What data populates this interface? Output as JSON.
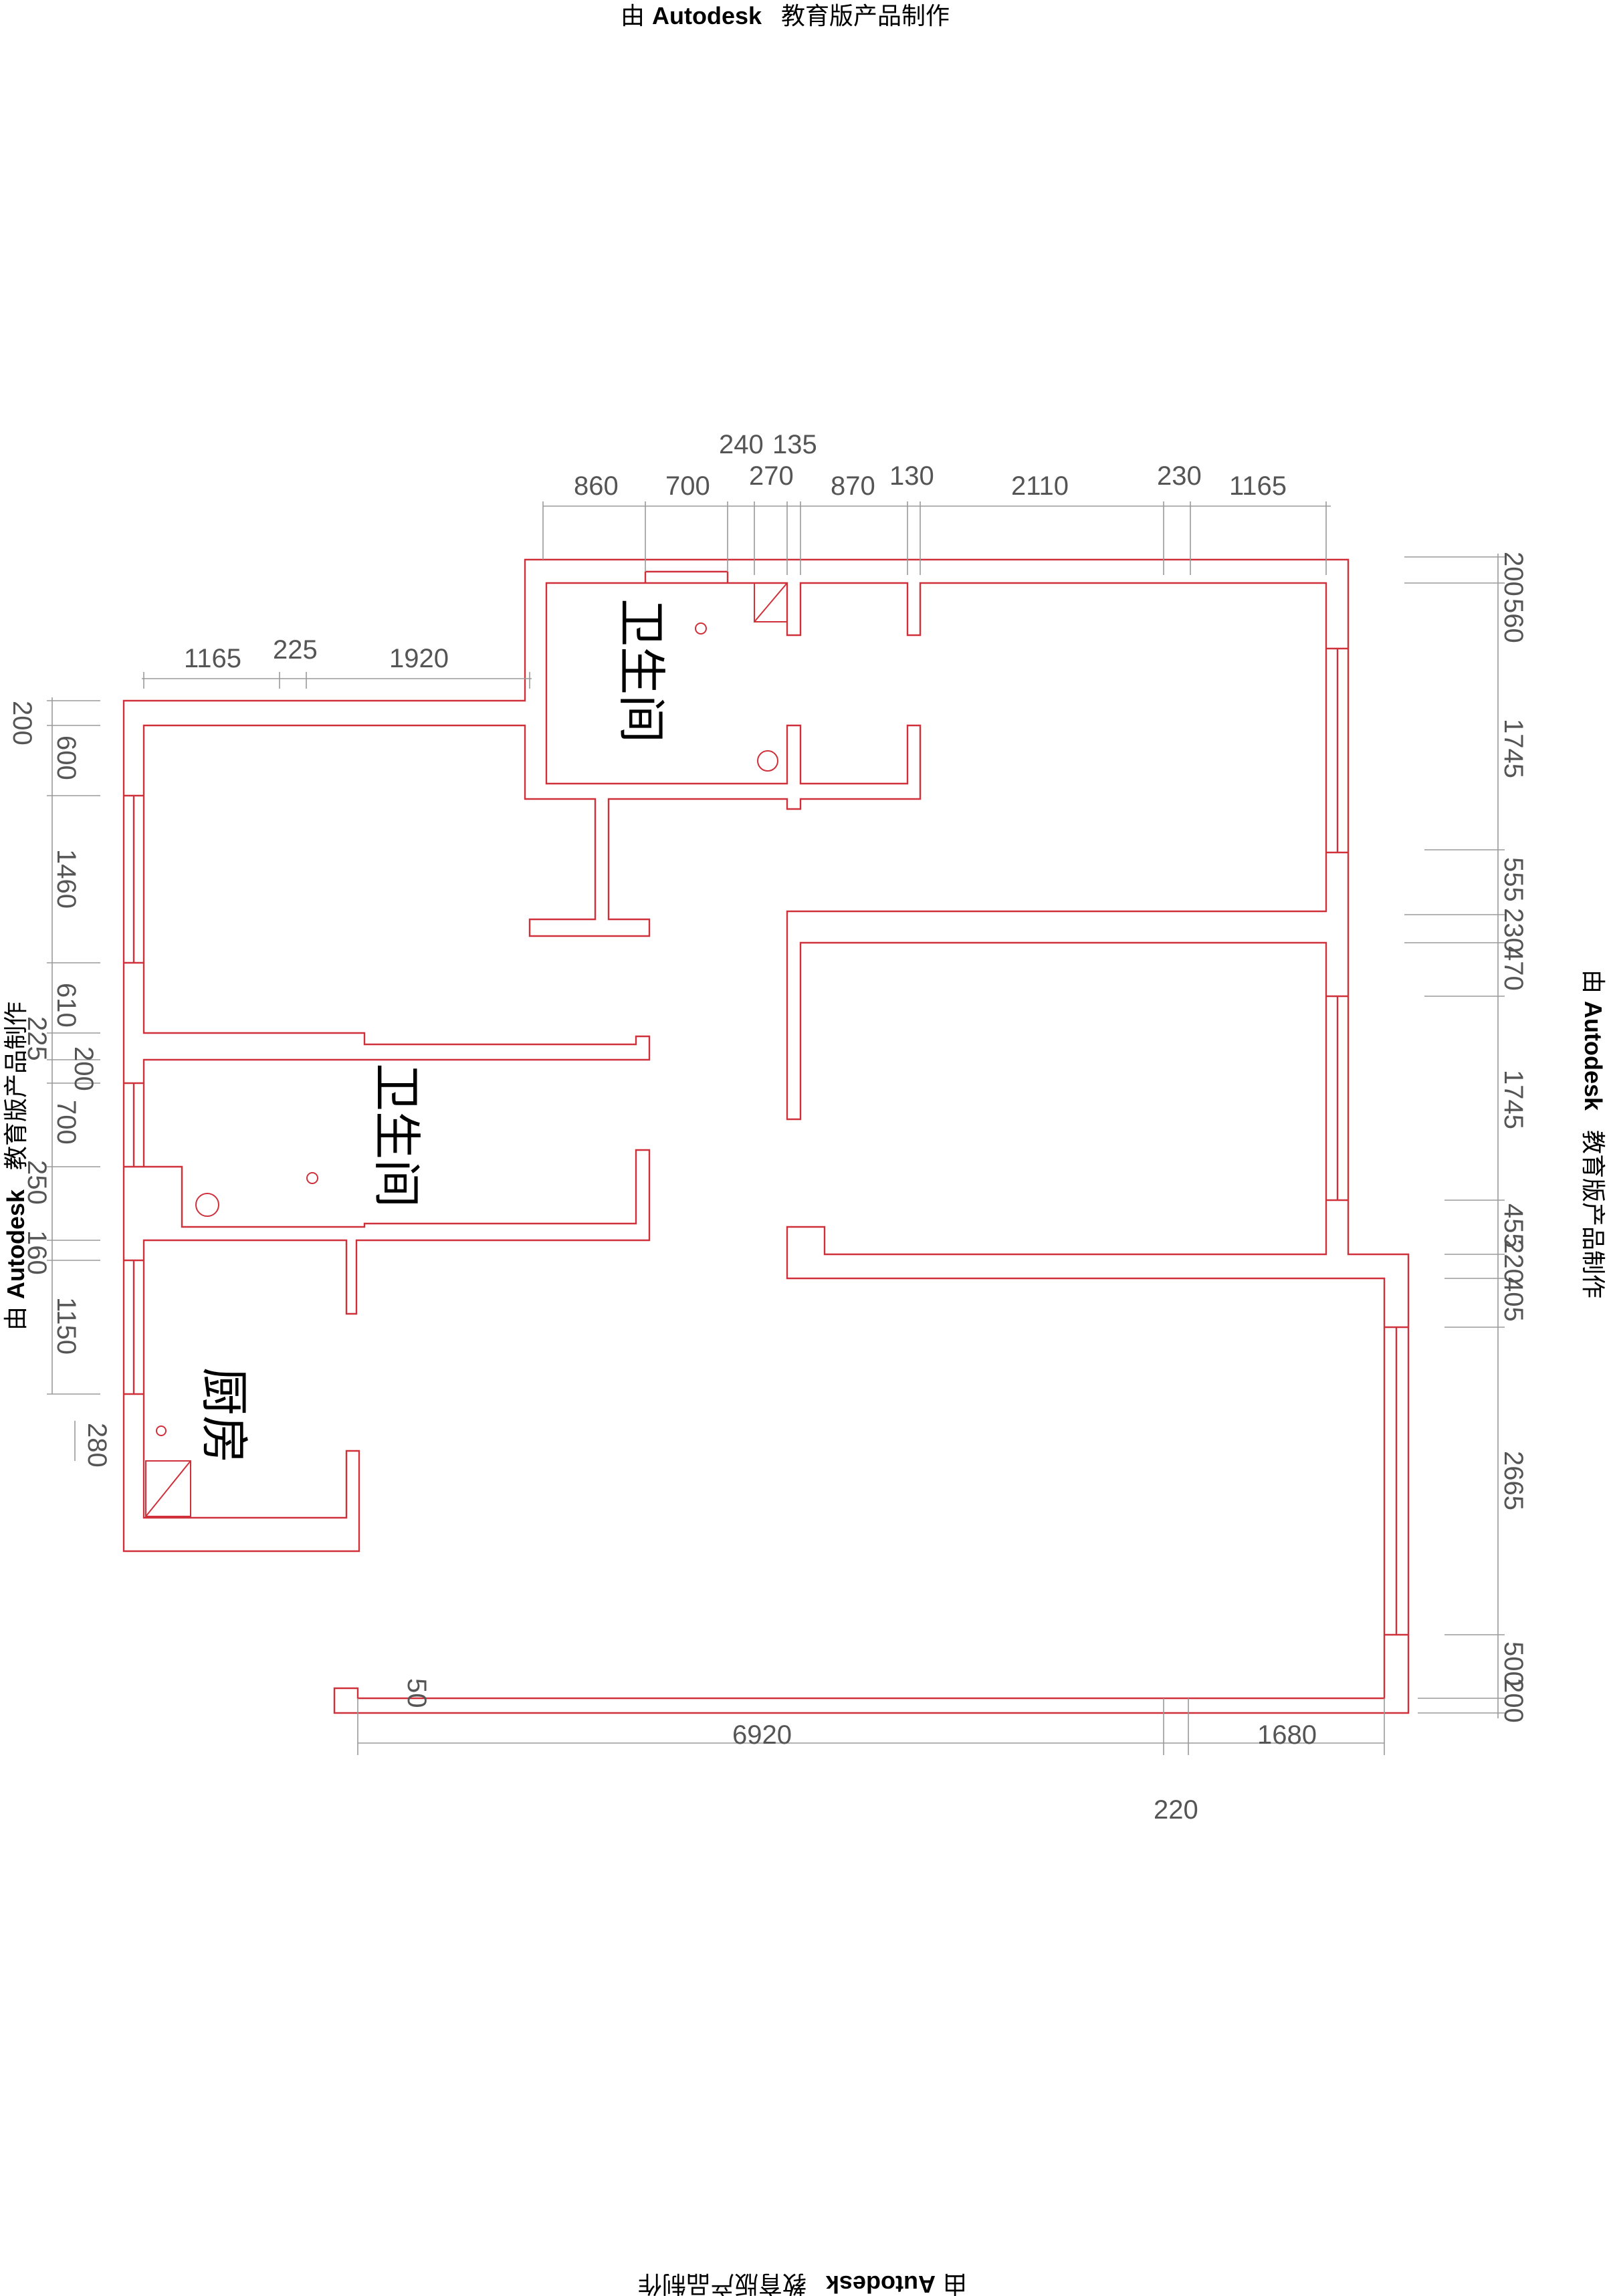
{
  "watermark": {
    "brand": "Autodesk",
    "prefix": "由",
    "suffix": "教育版产品制作"
  },
  "rooms": {
    "bathroom_top": "卫生间",
    "bathroom_mid": "卫生间",
    "kitchen": "厨房"
  },
  "dimensions": {
    "top_upper": [
      "240",
      "135"
    ],
    "top": [
      "860",
      "700",
      "270",
      "870",
      "130",
      "2110",
      "230",
      "1165"
    ],
    "upper_left": [
      "1165",
      "225",
      "1920"
    ],
    "left": [
      "200",
      "600",
      "1460",
      "610",
      "225",
      "200",
      "700",
      "250",
      "160",
      "1150",
      "280"
    ],
    "right": [
      "200",
      "560",
      "1745",
      "555",
      "230",
      "470",
      "1745",
      "455",
      "220",
      "405",
      "2665",
      "500",
      "200"
    ],
    "bottom": [
      "50",
      "6920",
      "1680",
      "220"
    ]
  },
  "colors": {
    "wall": "#d0303a",
    "dimension": "#9a9a9a"
  }
}
